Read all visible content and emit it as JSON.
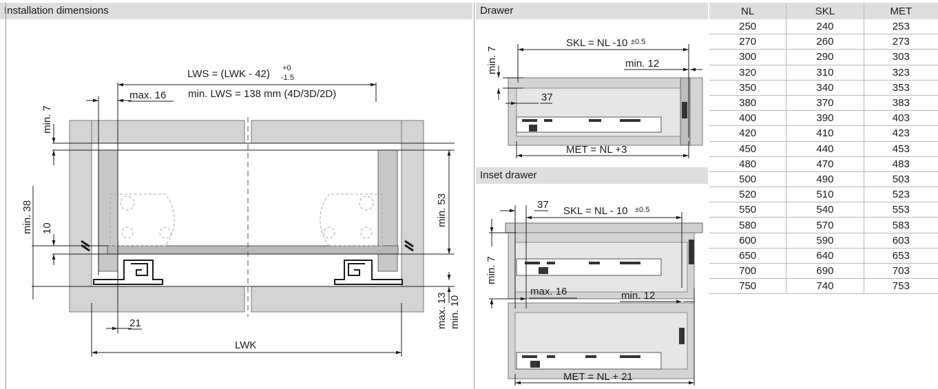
{
  "panels": {
    "installation": {
      "title": "Installation dimensions"
    },
    "drawer": {
      "title": "Drawer"
    },
    "inset": {
      "title": "Inset drawer"
    }
  },
  "installation_labels": {
    "lws": "LWS = (LWK - 42)",
    "lws_sup": "+0",
    "lws_sub": "-1.5",
    "min_lws": "min. LWS = 138 mm (4D/3D/2D)",
    "max16": "max. 16",
    "min7": "min. 7",
    "min38": "min. 38",
    "ten": "10",
    "min53": "min. 53",
    "max13": "max. 13",
    "min10": "min. 10",
    "d21": "21",
    "lwk": "LWK"
  },
  "drawer_labels": {
    "skl": "SKL = NL -10",
    "skl_tol": "±0.5",
    "min7": "min. 7",
    "min12": "min. 12",
    "d37": "37",
    "met": "MET = NL +3"
  },
  "inset_labels": {
    "d37": "37",
    "skl": "SKL = NL - 10",
    "skl_tol": "±0.5",
    "min7": "min. 7",
    "max16": "max. 16",
    "min12": "min. 12",
    "met": "MET = NL + 21"
  },
  "table": {
    "headers": [
      "NL",
      "SKL",
      "MET"
    ],
    "rows": [
      [
        "250",
        "240",
        "253"
      ],
      [
        "270",
        "260",
        "273"
      ],
      [
        "300",
        "290",
        "303"
      ],
      [
        "320",
        "310",
        "323"
      ],
      [
        "350",
        "340",
        "353"
      ],
      [
        "380",
        "370",
        "383"
      ],
      [
        "400",
        "390",
        "403"
      ],
      [
        "420",
        "410",
        "423"
      ],
      [
        "450",
        "440",
        "453"
      ],
      [
        "480",
        "470",
        "483"
      ],
      [
        "500",
        "490",
        "503"
      ],
      [
        "520",
        "510",
        "523"
      ],
      [
        "550",
        "540",
        "553"
      ],
      [
        "580",
        "570",
        "583"
      ],
      [
        "600",
        "590",
        "603"
      ],
      [
        "650",
        "640",
        "653"
      ],
      [
        "700",
        "690",
        "703"
      ],
      [
        "750",
        "740",
        "753"
      ]
    ]
  }
}
